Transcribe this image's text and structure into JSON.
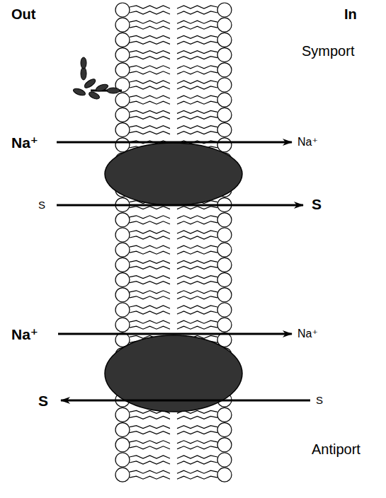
{
  "diagram": {
    "labels": [
      "Out",
      "In",
      "Symport",
      "Na⁺",
      "Na⁺",
      "S",
      "S",
      "Na⁺",
      "Na⁺",
      "S",
      "S",
      "Antiport"
    ]
  }
}
